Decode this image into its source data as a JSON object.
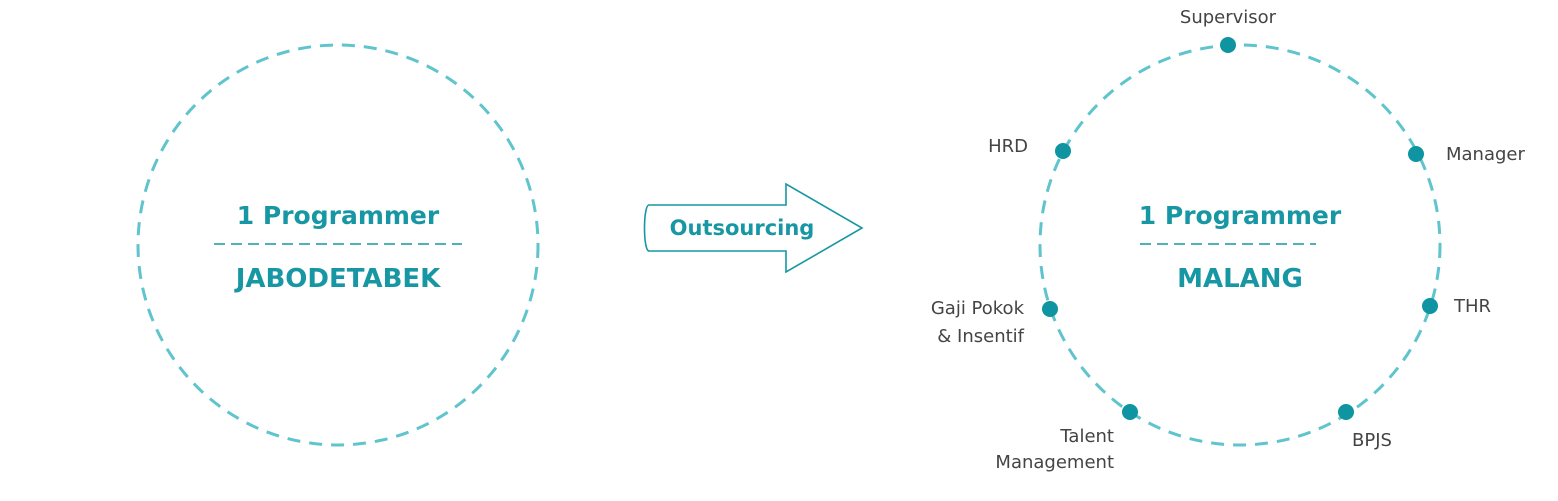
{
  "left_circle": {
    "title": "1 Programmer",
    "location": "JABODETABEK"
  },
  "arrow": {
    "label": "Outsourcing"
  },
  "right_circle": {
    "title": "1 Programmer",
    "location": "MALANG",
    "nodes": [
      {
        "label": "Supervisor",
        "label_line2": ""
      },
      {
        "label": "Manager",
        "label_line2": ""
      },
      {
        "label": "THR",
        "label_line2": ""
      },
      {
        "label": "BPJS",
        "label_line2": ""
      },
      {
        "label": "Talent",
        "label_line2": "Management"
      },
      {
        "label": "Gaji Pokok",
        "label_line2": "& Insentif"
      },
      {
        "label": "HRD",
        "label_line2": ""
      }
    ]
  },
  "colors": {
    "accent": "#1797a3",
    "ring": "#5fc4cd",
    "dot": "#0e95a1",
    "label": "#444444"
  }
}
